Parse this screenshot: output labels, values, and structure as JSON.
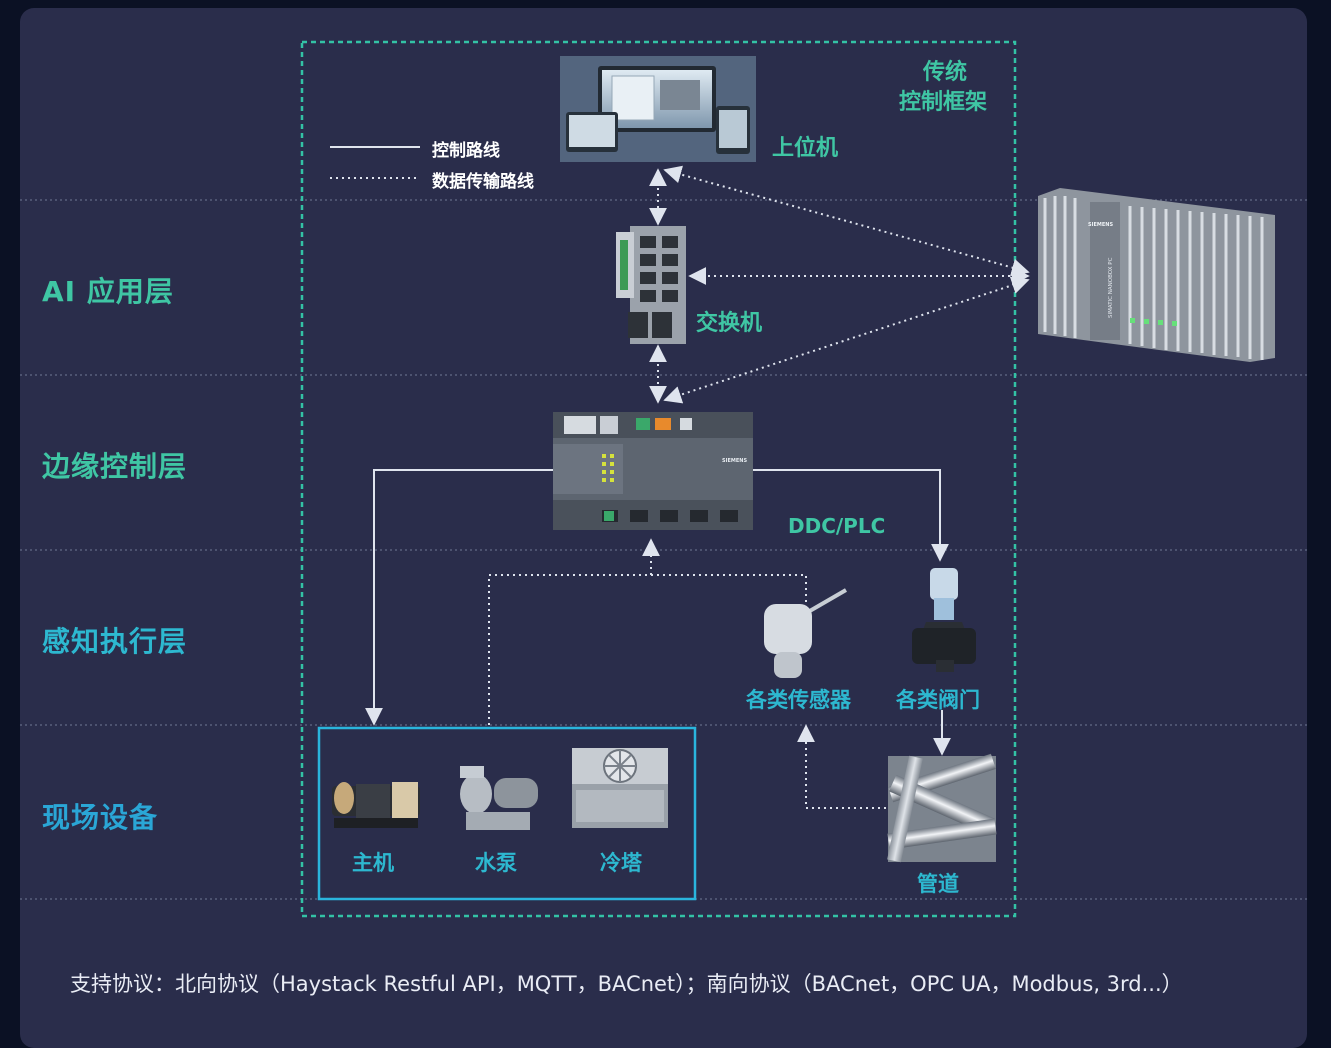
{
  "layers": [
    {
      "label": "AI 应用层",
      "color": "#3fc6a4"
    },
    {
      "label": "边缘控制层",
      "color": "#3fc6a4"
    },
    {
      "label": "感知执行层",
      "color": "#2db8d0"
    },
    {
      "label": "现场设备",
      "color": "#2aa6d6"
    }
  ],
  "frame_label_line1": "传统",
  "frame_label_line2": "控制框架",
  "legend": {
    "solid": "控制路线",
    "dotted": "数据传输路线"
  },
  "nodes": {
    "host": "上位机",
    "switch": "交换机",
    "ddc": "DDC/PLC",
    "sensors": "各类传感器",
    "valves": "各类阀门",
    "pipes": "管道",
    "chiller": "主机",
    "pump": "水泵",
    "tower": "冷塔"
  },
  "device_text": {
    "siemens": "SIEMENS",
    "nanobox": "SIMATIC NANOBOX PC"
  },
  "protocols": "支持协议：北向协议（Haystack Restful API，MQTT，BACnet）；南向协议（BACnet，OPC UA，Modbus, 3rd...）",
  "colors": {
    "green": "#3fc6a4",
    "cyan": "#2db8d0",
    "frame": "#33c2a5",
    "line": "#dfe4ee"
  }
}
